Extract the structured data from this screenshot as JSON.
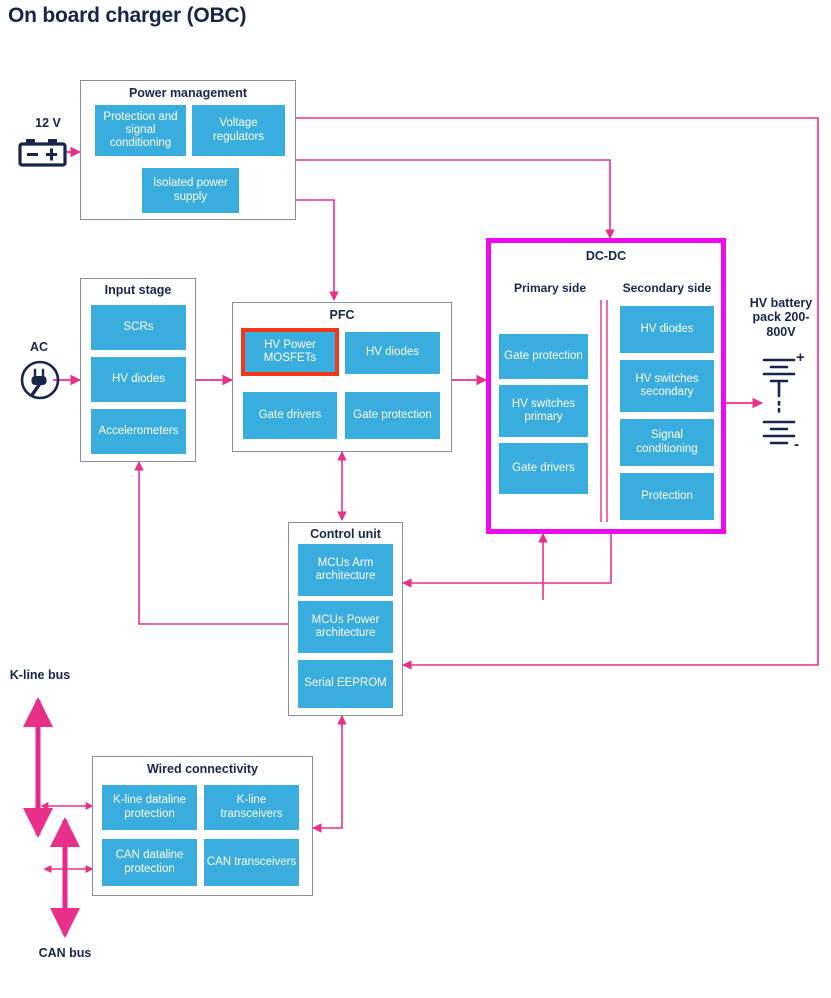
{
  "page": {
    "title": "On board charger (OBC)",
    "accent_blue": "#39aede",
    "accent_magenta": "#f009f0",
    "accent_pink": "#e8308a",
    "highlight_red": "#f4361a",
    "text_navy": "#15264a"
  },
  "sources": {
    "dc_label": "12 V",
    "dc_icon": "car-battery-icon",
    "ac_label": "AC",
    "ac_icon": "ac-plug-icon"
  },
  "groups": {
    "power_management": {
      "title": "Power management",
      "blocks": [
        {
          "label": "Protection and signal conditioning"
        },
        {
          "label": "Voltage regulators"
        },
        {
          "label": "Isolated power supply"
        }
      ]
    },
    "input_stage": {
      "title": "Input stage",
      "blocks": [
        {
          "label": "SCRs"
        },
        {
          "label": "HV diodes"
        },
        {
          "label": "Accelerometers"
        }
      ]
    },
    "pfc": {
      "title": "PFC",
      "blocks": [
        {
          "label": "HV Power MOSFETs",
          "highlighted": true
        },
        {
          "label": "HV diodes",
          "highlighted": false
        },
        {
          "label": "Gate drivers",
          "highlighted": false
        },
        {
          "label": "Gate protection",
          "highlighted": false
        }
      ]
    },
    "dcdc": {
      "title": "DC-DC",
      "primary_title": "Primary side",
      "secondary_title": "Secondary side",
      "primary_blocks": [
        {
          "label": "Gate protection"
        },
        {
          "label": "HV switches primary"
        },
        {
          "label": "Gate drivers"
        }
      ],
      "secondary_blocks": [
        {
          "label": "HV diodes"
        },
        {
          "label": "HV switches secondary"
        },
        {
          "label": "Signal conditioning"
        },
        {
          "label": "Protection"
        }
      ]
    },
    "control_unit": {
      "title": "Control unit",
      "blocks": [
        {
          "label": "MCUs Arm architecture"
        },
        {
          "label": "MCUs Power architecture"
        },
        {
          "label": "Serial EEPROM"
        }
      ]
    },
    "wired_connectivity": {
      "title": "Wired connectivity",
      "blocks": [
        {
          "label": "K-line dataline protection"
        },
        {
          "label": "K-line transceivers"
        },
        {
          "label": "CAN dataline protection"
        },
        {
          "label": "CAN transceivers"
        }
      ]
    }
  },
  "outputs": {
    "hv_battery": "HV battery pack 200-800V",
    "hv_battery_icon": "battery-stack-icon",
    "kline_bus": "K-line bus",
    "can_bus": "CAN bus"
  }
}
